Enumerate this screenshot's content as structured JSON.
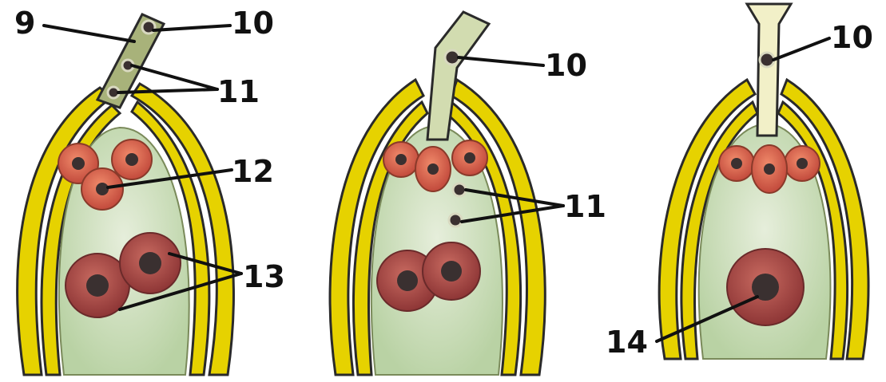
{
  "labels": {
    "p1_9": "9",
    "p1_10": "10",
    "p1_11": "11",
    "p1_12": "12",
    "p1_13": "13",
    "p2_10": "10",
    "p2_11": "11",
    "p3_10": "10",
    "p3_14": "14"
  },
  "colors": {
    "ovule_wall": "#e6d200",
    "ovule_outline": "#2a2a2a",
    "embryo_sac": "#c8dcb4",
    "egg_cell": "#d7614e",
    "central_nucleus": "#b54a4a",
    "nucleus_dark": "#3a3030",
    "pollen_tube": "#d2dcb0"
  }
}
